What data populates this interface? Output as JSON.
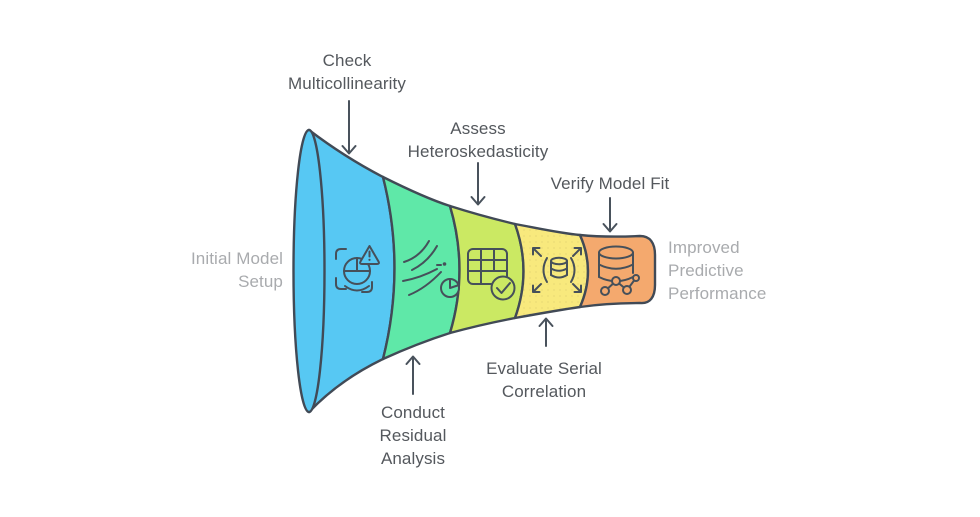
{
  "diagram": {
    "type": "funnel-process",
    "input_label": {
      "name": "Initial Model Setup",
      "lines": [
        "Initial Model",
        "Setup"
      ]
    },
    "output_label": {
      "name": "Improved Predictive Performance",
      "lines": [
        "Improved",
        "Predictive",
        "Performance"
      ]
    },
    "stages": [
      {
        "name": "Check Multicollinearity",
        "lines": [
          "Check",
          "Multicollinearity"
        ],
        "color": "#57C8F3",
        "icon": "chart-warning-icon",
        "callout": "top"
      },
      {
        "name": "Conduct Residual Analysis",
        "lines": [
          "Conduct",
          "Residual",
          "Analysis"
        ],
        "color": "#5FE8A8",
        "icon": "flow-lines-pie-icon",
        "callout": "bottom"
      },
      {
        "name": "Assess Heteroskedasticity",
        "lines": [
          "Assess",
          "Heteroskedasticity"
        ],
        "color": "#CBE963",
        "icon": "table-check-icon",
        "callout": "top"
      },
      {
        "name": "Evaluate Serial Correlation",
        "lines": [
          "Evaluate Serial",
          "Correlation"
        ],
        "color": "#F8E97D",
        "icon": "database-expand-icon",
        "callout": "bottom"
      },
      {
        "name": "Verify Model Fit",
        "lines": [
          "Verify Model Fit"
        ],
        "color": "#F4A96E",
        "icon": "database-network-icon",
        "callout": "top"
      }
    ],
    "colors": {
      "outline": "#414A56",
      "icon_stroke": "#46505A",
      "arrow": "#49525C",
      "label_dark": "#54585D",
      "label_muted": "#A9ABAE",
      "background": "#FFFFFF"
    }
  }
}
